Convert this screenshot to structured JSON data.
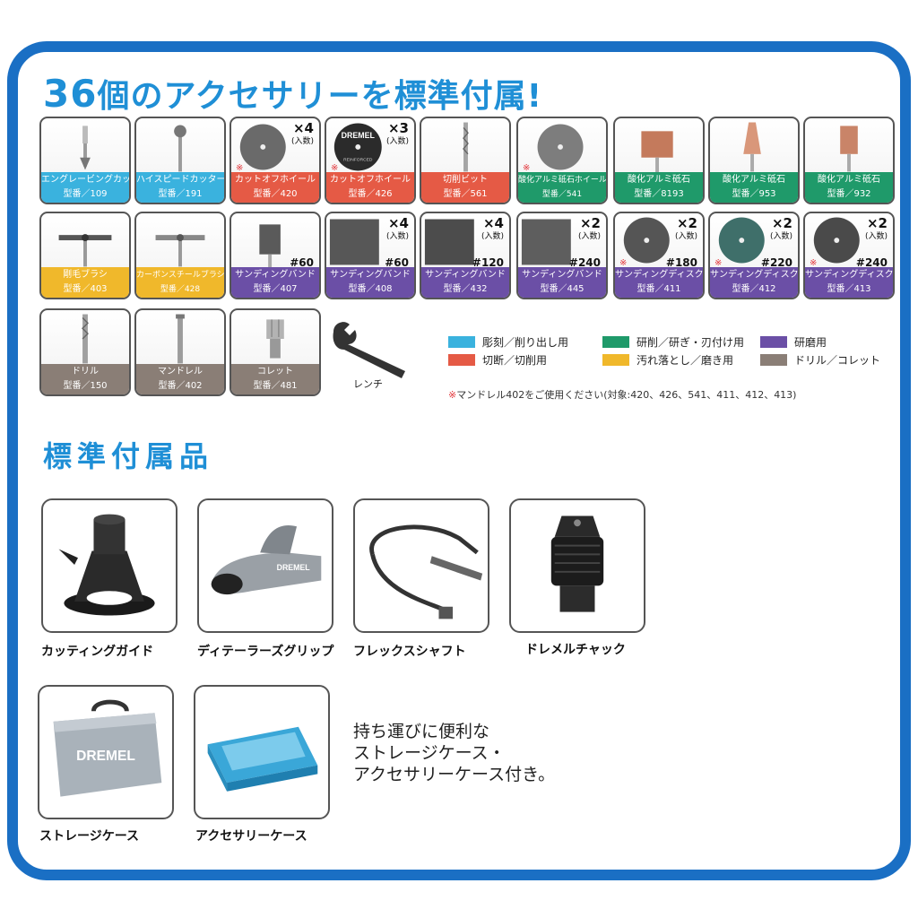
{
  "title": {
    "number": "36",
    "text": "個のアクセサリーを標準付属!"
  },
  "accessories": [
    {
      "name": "エングレービングカッター",
      "model": "型番／109",
      "category": "blue"
    },
    {
      "name": "ハイスピードカッター",
      "model": "型番／191",
      "category": "blue"
    },
    {
      "name": "カットオフホイール",
      "model": "型番／420",
      "category": "red",
      "qty": "×4",
      "qty_note": "(入数)",
      "mark": "※"
    },
    {
      "name": "カットオフホイール",
      "model": "型番／426",
      "category": "red",
      "qty": "×3",
      "qty_note": "(入数)",
      "mark": "※",
      "disc_text_top": "DREMEL",
      "disc_text_bottom": "REINFORCED"
    },
    {
      "name": "切削ビット",
      "model": "型番／561",
      "category": "red"
    },
    {
      "name": "酸化アルミ砥石ホイール",
      "model": "型番／541",
      "category": "green",
      "mark": "※"
    },
    {
      "name": "酸化アルミ砥石",
      "model": "型番／8193",
      "category": "green"
    },
    {
      "name": "酸化アルミ砥石",
      "model": "型番／953",
      "category": "green"
    },
    {
      "name": "酸化アルミ砥石",
      "model": "型番／932",
      "category": "green"
    },
    {
      "name": "剛毛ブラシ",
      "model": "型番／403",
      "category": "yellow"
    },
    {
      "name": "カーボンスチールブラシ",
      "model": "型番／428",
      "category": "yellow"
    },
    {
      "name": "サンディングバンド",
      "model": "型番／407",
      "category": "purple",
      "grit": "#60"
    },
    {
      "name": "サンディングバンド",
      "model": "型番／408",
      "category": "purple",
      "qty": "×4",
      "qty_note": "(入数)",
      "grit": "#60"
    },
    {
      "name": "サンディングバンド",
      "model": "型番／432",
      "category": "purple",
      "qty": "×4",
      "qty_note": "(入数)",
      "grit": "#120"
    },
    {
      "name": "サンディングバンド",
      "model": "型番／445",
      "category": "purple",
      "qty": "×2",
      "qty_note": "(入数)",
      "grit": "#240"
    },
    {
      "name": "サンディングディスク",
      "model": "型番／411",
      "category": "purple",
      "qty": "×2",
      "qty_note": "(入数)",
      "grit": "#180",
      "mark": "※"
    },
    {
      "name": "サンディングディスク",
      "model": "型番／412",
      "category": "purple",
      "qty": "×2",
      "qty_note": "(入数)",
      "grit": "#220",
      "mark": "※"
    },
    {
      "name": "サンディングディスク",
      "model": "型番／413",
      "category": "purple",
      "qty": "×2",
      "qty_note": "(入数)",
      "grit": "#240",
      "mark": "※"
    },
    {
      "name": "ドリル",
      "model": "型番／150",
      "category": "gray"
    },
    {
      "name": "マンドレル",
      "model": "型番／402",
      "category": "gray"
    },
    {
      "name": "コレット",
      "model": "型番／481",
      "category": "gray"
    }
  ],
  "wrench_label": "レンチ",
  "legend": [
    {
      "label": "彫刻／削り出し用",
      "color": "#3ab2de"
    },
    {
      "label": "研削／研ぎ・刃付け用",
      "color": "#1f9a6a"
    },
    {
      "label": "研磨用",
      "color": "#6b4fa6"
    },
    {
      "label": "切断／切削用",
      "color": "#e55a45"
    },
    {
      "label": "汚れ落とし／磨き用",
      "color": "#f0b82b"
    },
    {
      "label": "ドリル／コレット",
      "color": "#8a7e76"
    }
  ],
  "note": {
    "mark": "※",
    "text": "マンドレル402をご使用ください(対象:420、426、541、411、412、413)"
  },
  "section_title": "標準付属品",
  "standard": [
    {
      "label": "カッティングガイド",
      "icon": "cutting-guide-icon"
    },
    {
      "label": "ディテーラーズグリップ",
      "icon": "detailers-grip-icon",
      "logo": "DREMEL"
    },
    {
      "label": "フレックスシャフト",
      "icon": "flex-shaft-icon"
    },
    {
      "label": "ドレメルチャック",
      "icon": "dremel-chuck-icon"
    },
    {
      "label": "ストレージケース",
      "icon": "storage-case-icon",
      "logo": "DREMEL"
    },
    {
      "label": "アクセサリーケース",
      "icon": "accessory-case-icon"
    }
  ],
  "description": [
    "持ち運びに便利な",
    "ストレージケース・",
    "アクセサリーケース付き。"
  ]
}
